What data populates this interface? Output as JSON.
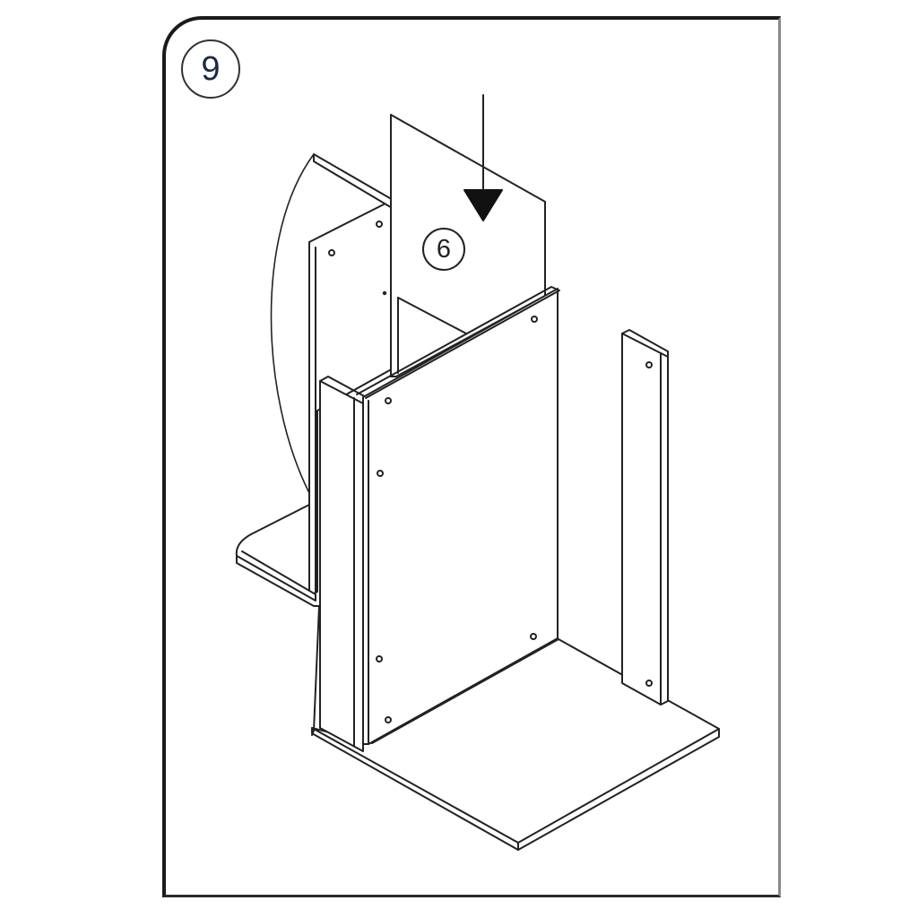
{
  "diagram": {
    "type": "assembly-instruction-step",
    "step": {
      "number": "9"
    },
    "part_callout": {
      "label": "6"
    },
    "action": "insert panel downward (arrow)",
    "colors": {
      "line": "#222222",
      "frame": "#1a1a1a",
      "background": "#ffffff",
      "badge_text": "#1d2a44"
    }
  }
}
